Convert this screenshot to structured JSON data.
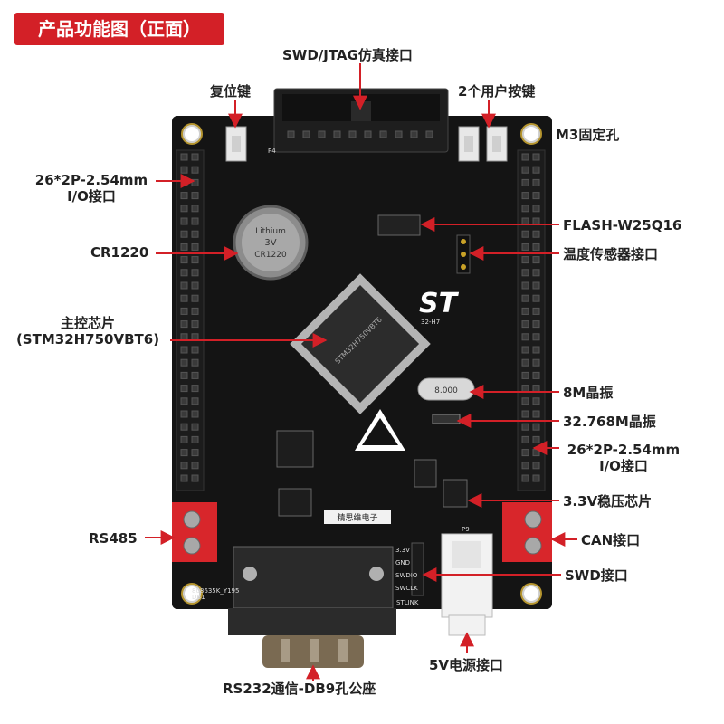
{
  "title": "产品功能图（正面）",
  "labels": {
    "swd_jtag": "SWD/JTAG仿真接口",
    "reset": "复位键",
    "user_keys": "2个用户按键",
    "m3_hole": "M3固定孔",
    "io_left_1": "26*2P-2.54mm",
    "io_left_2": "I/O接口",
    "cr1220": "CR1220",
    "flash": "FLASH-W25Q16",
    "temp_sensor": "温度传感器接口",
    "mcu_1": "主控芯片",
    "mcu_2": "(STM32H750VBT6)",
    "crystal_8m": "8M晶振",
    "crystal_32k": "32.768M晶振",
    "io_right_1": "26*2P-2.54mm",
    "io_right_2": "I/O接口",
    "regulator": "3.3V稳压芯片",
    "rs485": "RS485",
    "can": "CAN接口",
    "swd": "SWD接口",
    "power": "5V电源接口",
    "rs232": "RS232通信-DB9孔公座"
  },
  "board": {
    "chip_text": "STM32H750VBT6",
    "logo_text": "ST",
    "logo_sub": "32-H7",
    "vendor_text": "精思维电子",
    "crystal_text": "8.000",
    "bottom_code": "808635K_Y195",
    "db9_ref": "DB1",
    "battery_text_1": "CR1220",
    "battery_text_2": "Lithium",
    "battery_text_3": "3V",
    "swd_pins": [
      "3.3V",
      "GND",
      "SWDIO",
      "SWCLK"
    ],
    "stlink_text": "STLINK",
    "p9_ref": "P9",
    "p4_ref": "P4"
  },
  "colors": {
    "title_bg": "#d32027",
    "pcb": "#141414",
    "arrow": "#d32027",
    "terminal": "#d8262b",
    "pin_header": "#1a1a1a",
    "power_connector": "#f2f2f2"
  }
}
